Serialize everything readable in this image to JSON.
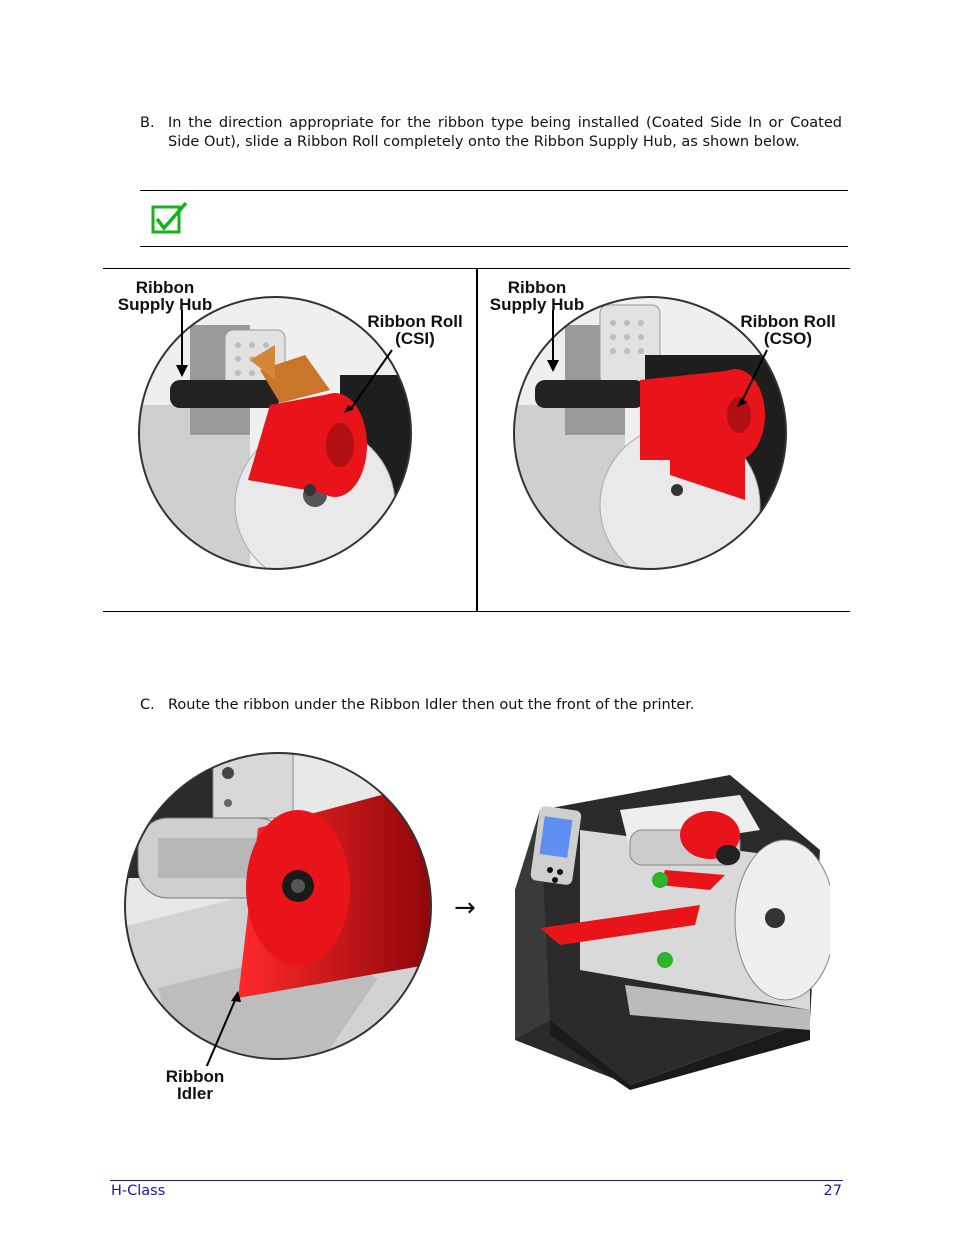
{
  "step_b": {
    "label": "B.",
    "text": "In the direction appropriate for the ribbon type being installed (Coated Side In or Coated Side Out), slide a Ribbon Roll completely onto the Ribbon Supply Hub, as shown below."
  },
  "note": {
    "icon": "checked-box-icon"
  },
  "figure_left": {
    "hub_label_line1": "Ribbon",
    "hub_label_line2": "Supply Hub",
    "roll_label_line1": "Ribbon Roll",
    "roll_label_line2": "(CSI)"
  },
  "figure_right": {
    "hub_label_line1": "Ribbon",
    "hub_label_line2": "Supply Hub",
    "roll_label_line1": "Ribbon Roll",
    "roll_label_line2": "(CSO)"
  },
  "step_c": {
    "label": "C.",
    "text": "Route the ribbon under the Ribbon Idler then out the front of the printer."
  },
  "figure_bottom": {
    "idler_label_line1": "Ribbon",
    "idler_label_line2": "Idler",
    "arrow": "→"
  },
  "footer": {
    "left": "H-Class",
    "right": "27"
  },
  "colors": {
    "ribbon": "#e8141a",
    "footer_text": "#1a1aa6",
    "check_green": "#19b01e"
  }
}
